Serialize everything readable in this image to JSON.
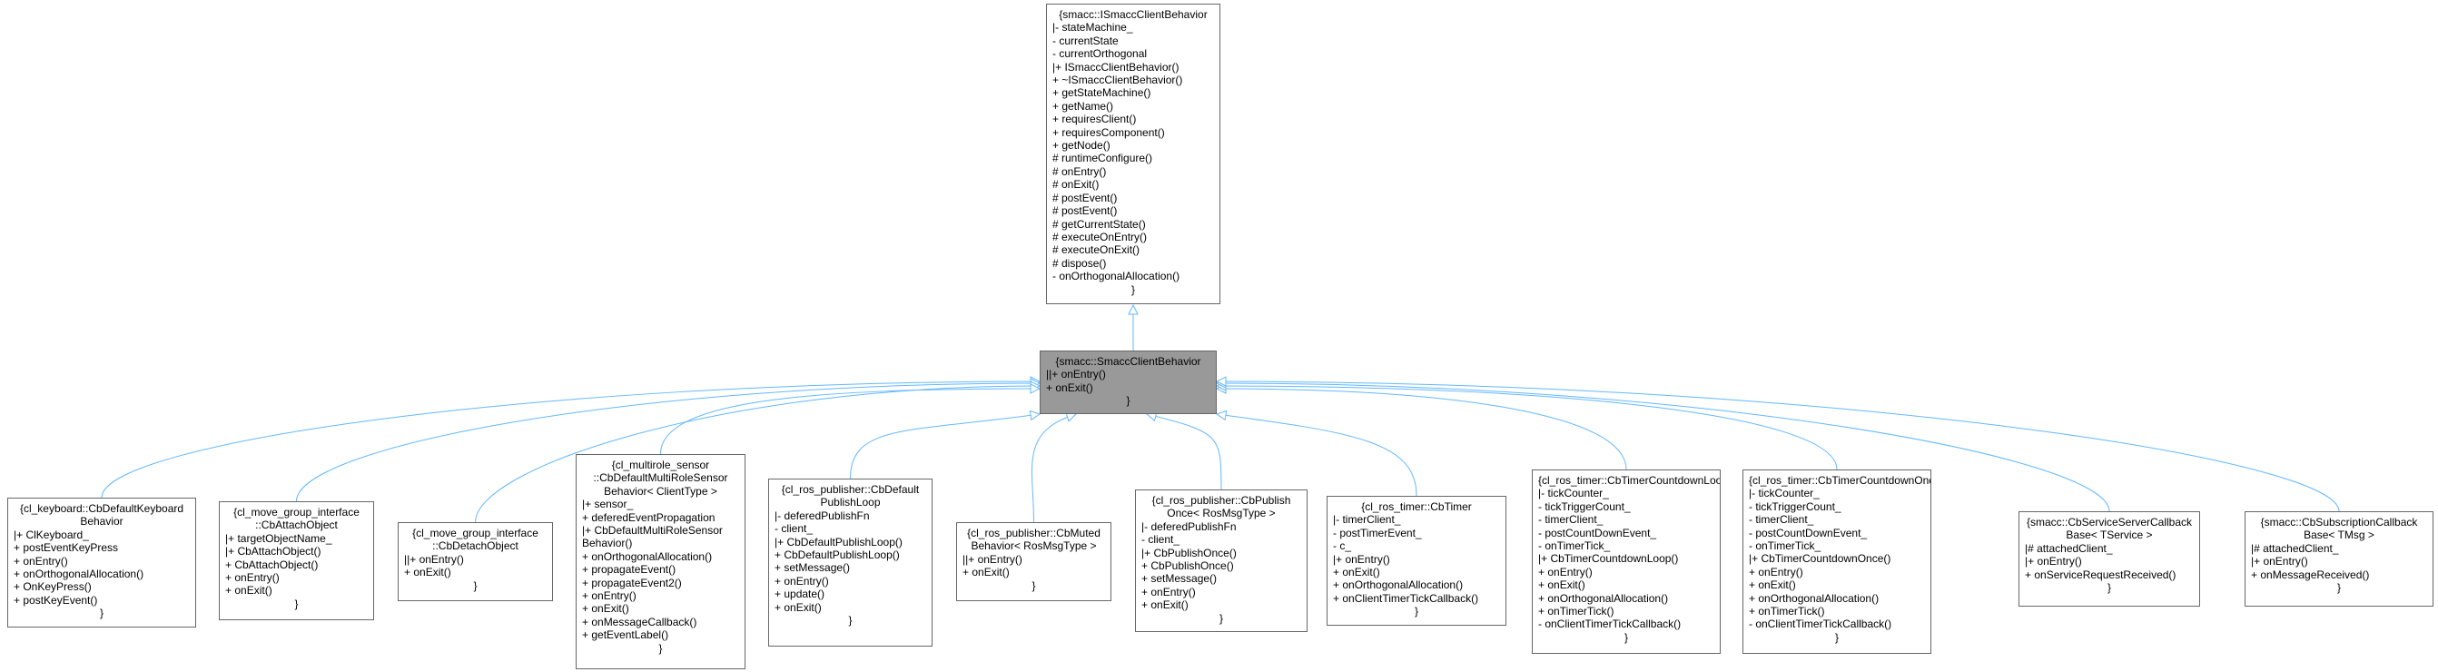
{
  "diagram": {
    "colors": {
      "edge": "#63b8ff",
      "border": "#666666",
      "focus_fill": "#999999",
      "node_fill": "#ffffff"
    },
    "nodes": [
      {
        "id": "base",
        "header": "{smacc::ISmaccClientBehavior",
        "section_attrs": "|- stateMachine_\n- currentState\n- currentOrthogonal",
        "section_methods": "|+ ISmaccClientBehavior()\n+ ~ISmaccClientBehavior()\n+ getStateMachine()\n+ getName()\n+ requiresClient()\n+ requiresComponent()\n+ getNode()\n# runtimeConfigure()\n# onEntry()\n# onExit()\n# postEvent()\n# postEvent()\n# getCurrentState()\n# executeOnEntry()\n# executeOnExit()\n# dispose()\n- onOrthogonalAllocation()",
        "close": "}"
      },
      {
        "id": "focus",
        "header": "{smacc::SmaccClientBehavior",
        "section_attrs": "",
        "section_methods": "||+ onEntry()\n+ onExit()",
        "close": "}"
      },
      {
        "id": "c1",
        "header": "{cl_keyboard::CbDefaultKeyboard\nBehavior",
        "section_attrs": "|+ ClKeyboard_",
        "section_methods": "+ postEventKeyPress\n+ onEntry()\n+ onOrthogonalAllocation()\n+ OnKeyPress()\n+ postKeyEvent()",
        "close": "}"
      },
      {
        "id": "c2",
        "header": "{cl_move_group_interface\n::CbAttachObject",
        "section_attrs": "|+ targetObjectName_",
        "section_methods": "|+ CbAttachObject()\n+ CbAttachObject()\n+ onEntry()\n+ onExit()",
        "close": "}"
      },
      {
        "id": "c3",
        "header": "{cl_move_group_interface\n::CbDetachObject",
        "section_attrs": "",
        "section_methods": "||+ onEntry()\n+ onExit()",
        "close": "}"
      },
      {
        "id": "c4",
        "header": "{cl_multirole_sensor\n::CbDefaultMultiRoleSensor\nBehavior< ClientType >",
        "section_attrs": "|+ sensor_\n+ deferedEventPropagation",
        "section_methods": "|+ CbDefaultMultiRoleSensor\nBehavior()\n+ onOrthogonalAllocation()\n+ propagateEvent()\n+ propagateEvent2()\n+ onEntry()\n+ onExit()\n+ onMessageCallback()\n+ getEventLabel()",
        "close": "}"
      },
      {
        "id": "c5",
        "header": "{cl_ros_publisher::CbDefault\nPublishLoop",
        "section_attrs": "|- deferedPublishFn\n- client_",
        "section_methods": "|+ CbDefaultPublishLoop()\n+ CbDefaultPublishLoop()\n+ setMessage()\n+ onEntry()\n+ update()\n+ onExit()",
        "close": "}"
      },
      {
        "id": "c6",
        "header": "{cl_ros_publisher::CbMuted\nBehavior< RosMsgType >",
        "section_attrs": "",
        "section_methods": "||+ onEntry()\n+ onExit()",
        "close": "}"
      },
      {
        "id": "c7",
        "header": "{cl_ros_publisher::CbPublish\nOnce< RosMsgType >",
        "section_attrs": "|- deferedPublishFn\n- client_",
        "section_methods": "|+ CbPublishOnce()\n+ CbPublishOnce()\n+ setMessage()\n+ onEntry()\n+ onExit()",
        "close": "}"
      },
      {
        "id": "c8",
        "header": "{cl_ros_timer::CbTimer",
        "section_attrs": "|- timerClient_\n- postTimerEvent_\n- c_",
        "section_methods": "|+ onEntry()\n+ onExit()\n+ onOrthogonalAllocation()\n+ onClientTimerTickCallback()",
        "close": "}"
      },
      {
        "id": "c9",
        "header": "{cl_ros_timer::CbTimerCountdownLoop",
        "section_attrs": "|- tickCounter_\n- tickTriggerCount_\n- timerClient_\n- postCountDownEvent_\n- onTimerTick_",
        "section_methods": "|+ CbTimerCountdownLoop()\n+ onEntry()\n+ onExit()\n+ onOrthogonalAllocation()\n+ onTimerTick()\n- onClientTimerTickCallback()",
        "close": "}"
      },
      {
        "id": "c10",
        "header": "{cl_ros_timer::CbTimerCountdownOnce",
        "section_attrs": "|- tickCounter_\n- tickTriggerCount_\n- timerClient_\n- postCountDownEvent_\n- onTimerTick_",
        "section_methods": "|+ CbTimerCountdownOnce()\n+ onEntry()\n+ onExit()\n+ onOrthogonalAllocation()\n+ onTimerTick()\n- onClientTimerTickCallback()",
        "close": "}"
      },
      {
        "id": "c11",
        "header": "{smacc::CbServiceServerCallback\nBase< TService >",
        "section_attrs": "|# attachedClient_",
        "section_methods": "|+ onEntry()\n+ onServiceRequestReceived()",
        "close": "}"
      },
      {
        "id": "c12",
        "header": "{smacc::CbSubscriptionCallback\nBase< TMsg >",
        "section_attrs": "|# attachedClient_",
        "section_methods": "|+ onEntry()\n+ onMessageReceived()",
        "close": "}"
      }
    ],
    "edges": [
      {
        "from": "focus",
        "to": "base"
      },
      {
        "from": "c1",
        "to": "focus"
      },
      {
        "from": "c2",
        "to": "focus"
      },
      {
        "from": "c3",
        "to": "focus"
      },
      {
        "from": "c4",
        "to": "focus"
      },
      {
        "from": "c5",
        "to": "focus"
      },
      {
        "from": "c6",
        "to": "focus"
      },
      {
        "from": "c7",
        "to": "focus"
      },
      {
        "from": "c8",
        "to": "focus"
      },
      {
        "from": "c9",
        "to": "focus"
      },
      {
        "from": "c10",
        "to": "focus"
      },
      {
        "from": "c11",
        "to": "focus"
      },
      {
        "from": "c12",
        "to": "focus"
      }
    ]
  }
}
